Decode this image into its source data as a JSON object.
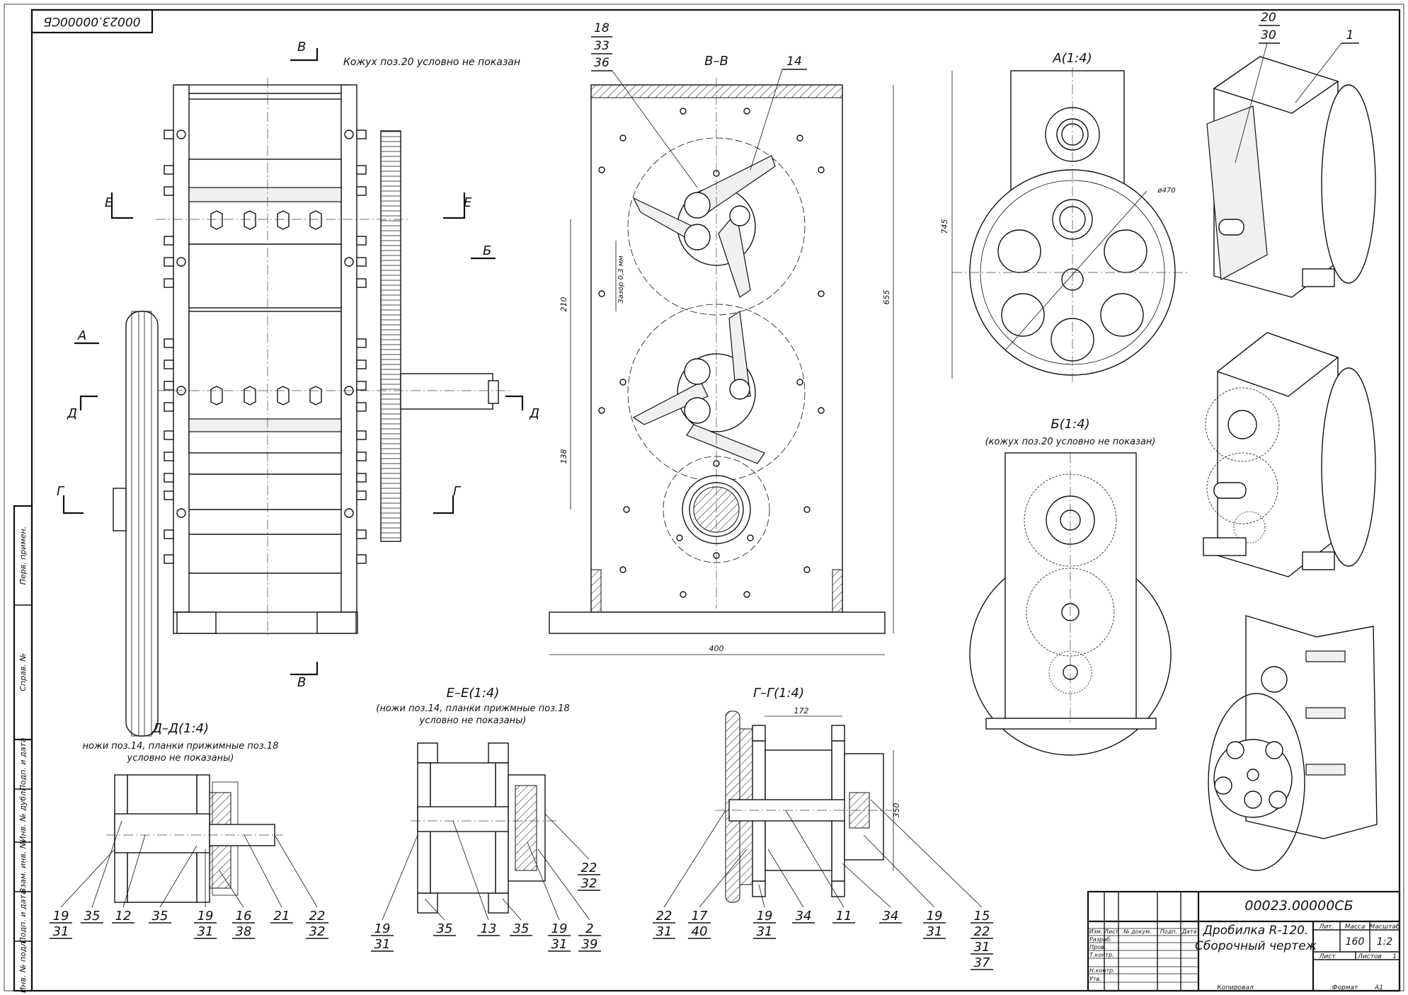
{
  "drawing": {
    "code_top": "00023.00000СБ",
    "code_main": "00023.00000СБ",
    "title_line1": "Дробилка R-120.",
    "title_line2": "Сборочный чертеж",
    "copied_label": "Копировал",
    "format_label": "Формат",
    "format_value": "А1"
  },
  "title_block": {
    "headers": {
      "izm": "Изм.",
      "list": "Лист",
      "doc": "№ докум.",
      "sign": "Подп.",
      "date": "Дата"
    },
    "roles": [
      "Разраб.",
      "Пров.",
      "Т.контр.",
      "",
      "Н.контр.",
      "Утв."
    ],
    "lit_label": "Лит.",
    "mass_label": "Масса",
    "scale_label": "Масштаб",
    "mass_value": "160",
    "scale_value": "1:2",
    "sheet_label": "Лист",
    "sheets_label": "Листов",
    "sheets_value": "1"
  },
  "side_stamp": [
    "Перв. примен.",
    "Справ. №",
    "Подп. и дата",
    "Инв. № дубл.",
    "Взам. инв. №",
    "Подп. и дата",
    "Инв. № подл."
  ],
  "views": {
    "main_note": "Кожух поз.20 условно не показан",
    "vv_title": "В–В",
    "a_title": "А(1:4)",
    "b_title": "Б(1:4)",
    "b_note": "(кожух поз.20 условно не показан)",
    "dd_title": "Д–Д(1:4)",
    "dd_note1": "ножи поз.14, планки прижимные поз.18",
    "dd_note2": "условно не показаны)",
    "ee_title": "Е–Е(1:4)",
    "ee_note1": "(ножи поз.14, планки прижмные поз.18",
    "ee_note2": "условно не показаны)",
    "gg_title": "Г–Г(1:4)"
  },
  "section_marks": {
    "v_top": "В",
    "v_bot": "В",
    "e_left": "Е",
    "e_right": "Е",
    "b": "Б",
    "a": "А",
    "d_left": "Д",
    "d_right": "Д",
    "g_left": "Г",
    "g_right": "Г"
  },
  "dimensions": {
    "vv_width": "400",
    "vv_height": "655",
    "vv_210": "210",
    "vv_138": "138",
    "vv_gap": "Зазор 0,3 мм",
    "a_height": "745",
    "a_diam": "ø470",
    "gg_172": "172",
    "gg_350": "350"
  },
  "callouts": {
    "vv_stack": [
      "18",
      "33",
      "36"
    ],
    "vv_14": "14",
    "iso_stack": [
      "20",
      "30"
    ],
    "iso_1": "1",
    "dd": [
      {
        "stack": [
          "19",
          "31"
        ]
      },
      {
        "stack": [
          "35"
        ]
      },
      {
        "stack": [
          "12"
        ]
      },
      {
        "stack": [
          "35"
        ]
      },
      {
        "stack": [
          "19",
          "31"
        ]
      },
      {
        "stack": [
          "16",
          "38"
        ]
      },
      {
        "stack": [
          "21"
        ]
      },
      {
        "stack": [
          "22",
          "32"
        ]
      }
    ],
    "ee": [
      {
        "stack": [
          "19",
          "31"
        ]
      },
      {
        "stack": [
          "35"
        ]
      },
      {
        "stack": [
          "13"
        ]
      },
      {
        "stack": [
          "35"
        ]
      },
      {
        "stack": [
          "19",
          "31"
        ]
      },
      {
        "stack": [
          "2",
          "39"
        ]
      },
      {
        "stack": [
          "22",
          "32"
        ]
      }
    ],
    "gg": [
      {
        "stack": [
          "22",
          "31"
        ]
      },
      {
        "stack": [
          "17",
          "40"
        ]
      },
      {
        "stack": [
          "19",
          "31"
        ]
      },
      {
        "stack": [
          "34"
        ]
      },
      {
        "stack": [
          "11"
        ]
      },
      {
        "stack": [
          "34"
        ]
      },
      {
        "stack": [
          "19",
          "31"
        ]
      },
      {
        "stack": [
          "15",
          "22",
          "31",
          "37"
        ]
      }
    ]
  }
}
